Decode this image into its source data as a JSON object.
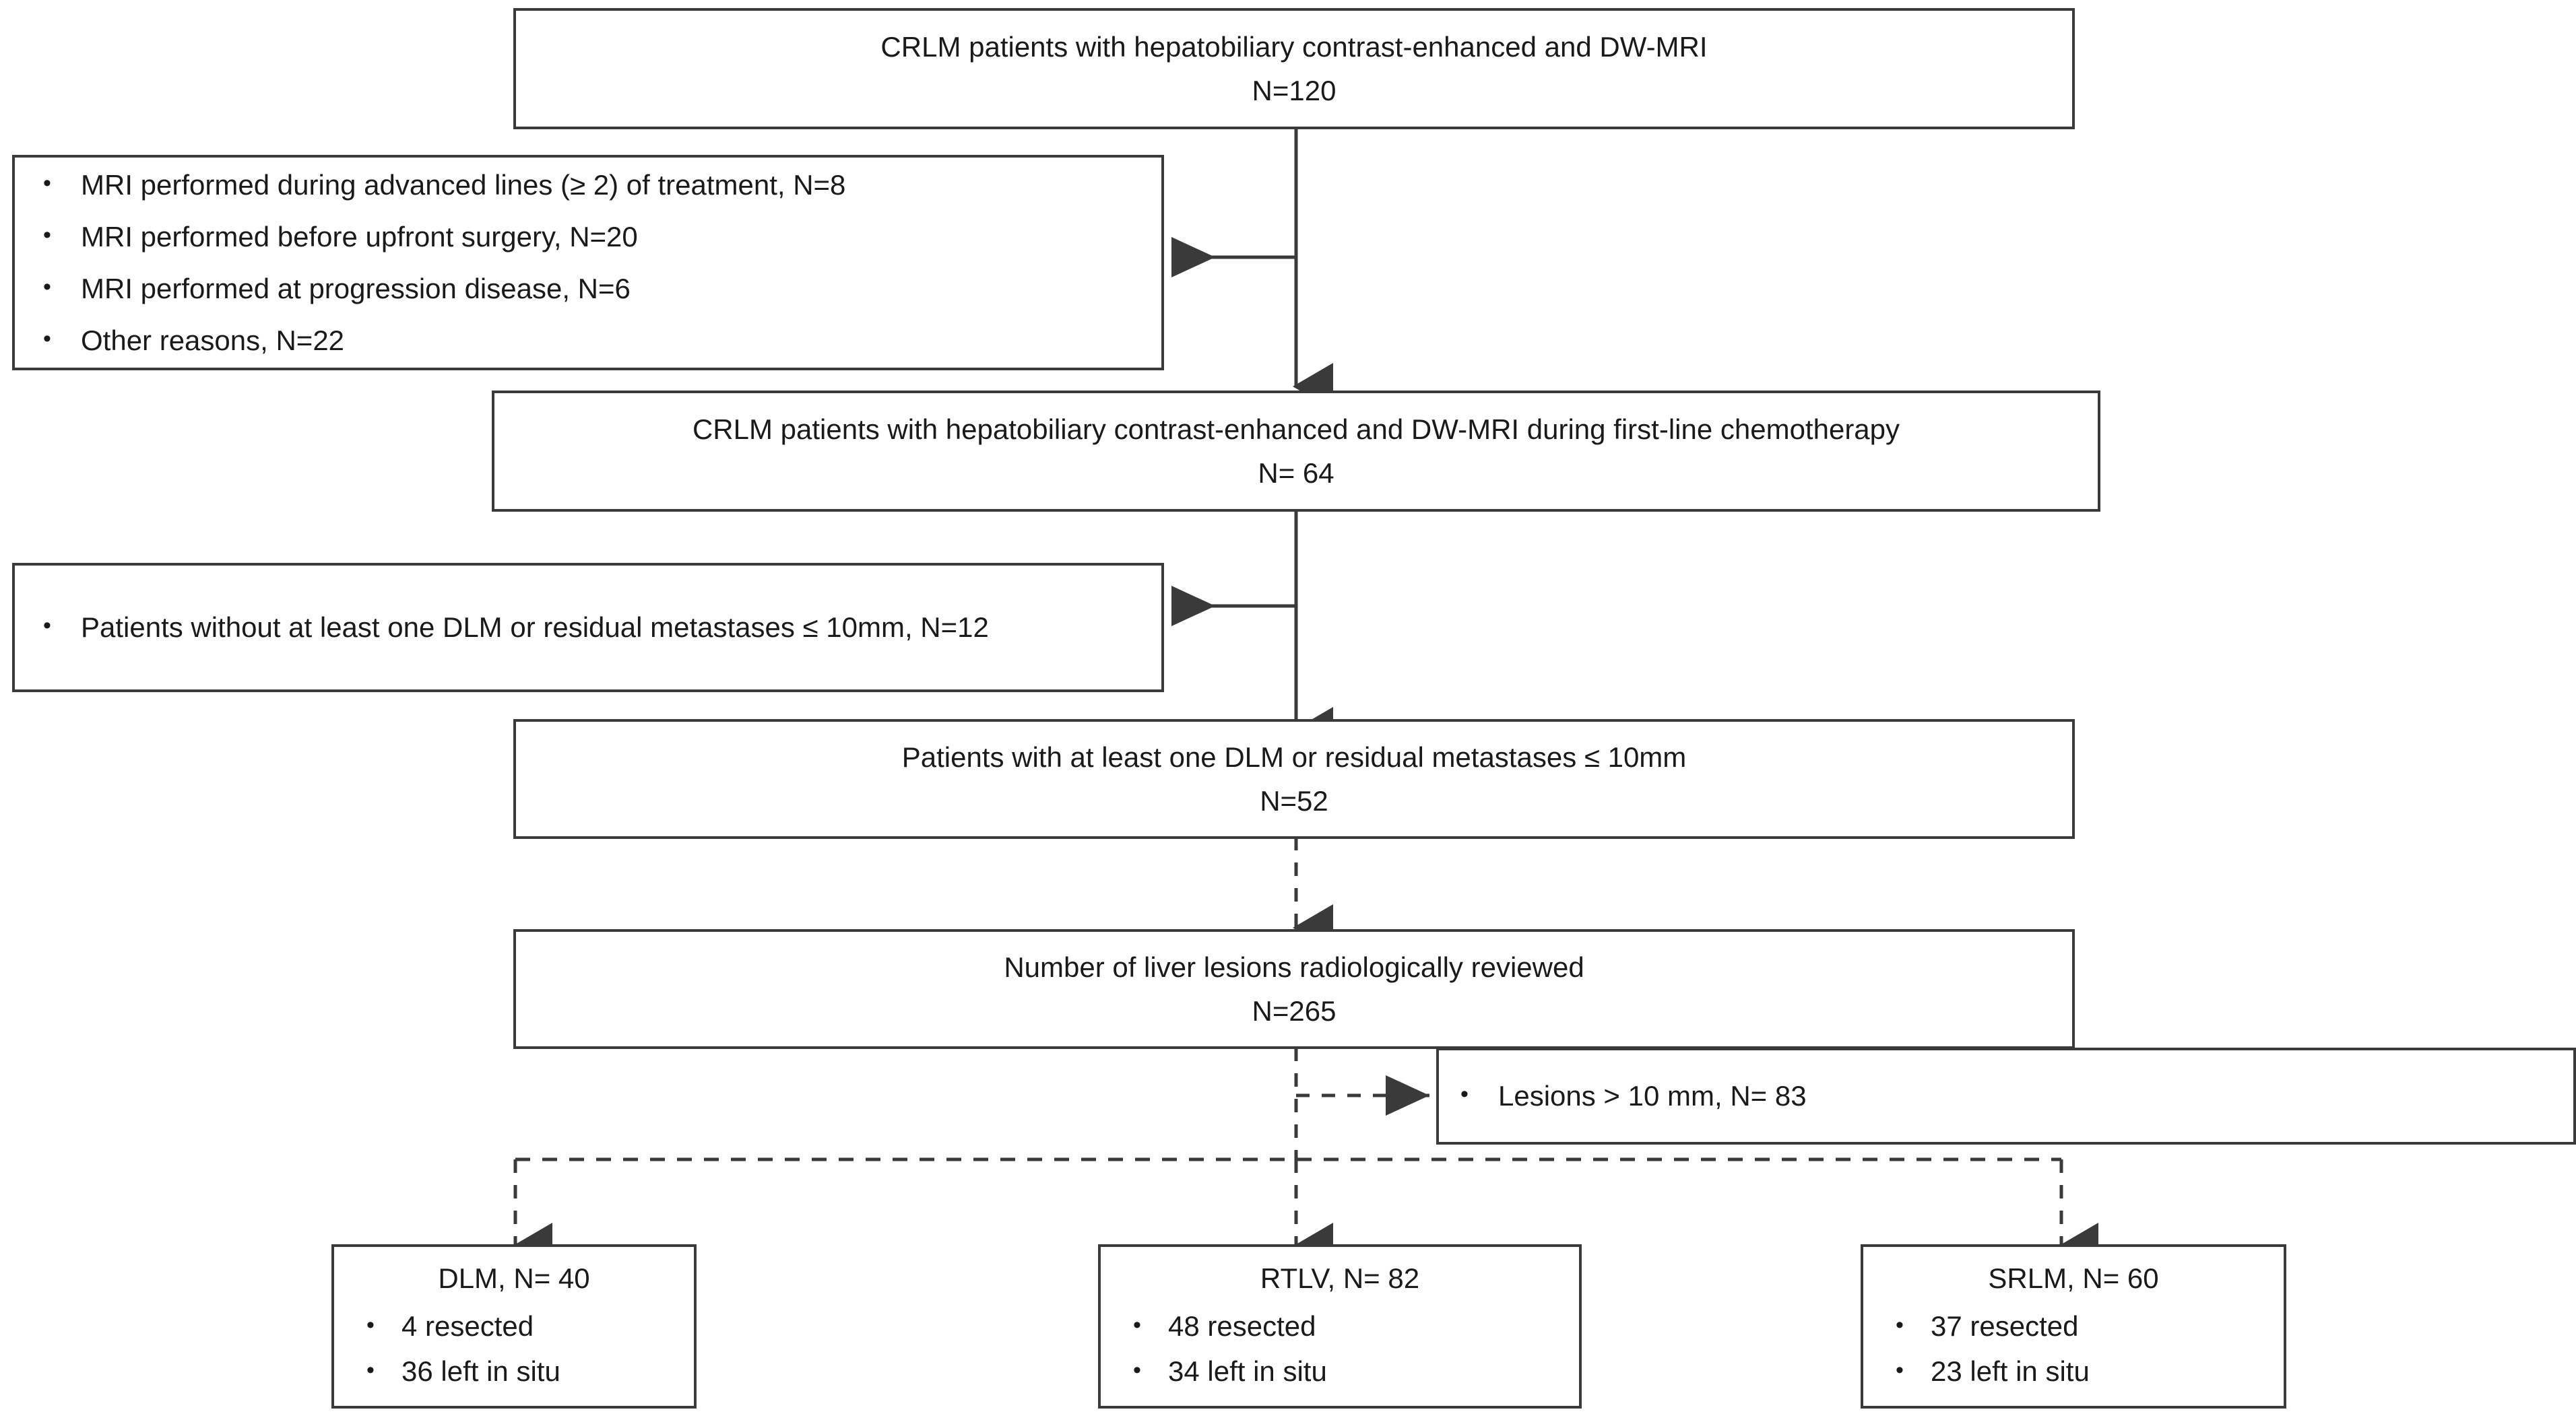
{
  "diagram": {
    "title": "CRLM patient and lesion selection flowchart",
    "line_color": "#3a3a3a",
    "text_color": "#1a1a1a",
    "background": "#ffffff"
  },
  "nodes": {
    "cohort_all": {
      "label": "CRLM patients with hepatobiliary contrast-enhanced and DW-MRI",
      "count": "N=120"
    },
    "exclusions_1": {
      "items": [
        "MRI performed during advanced lines (≥ 2) of treatment, N=8",
        "MRI performed before upfront surgery, N=20",
        "MRI performed at progression disease, N=6",
        "Other reasons, N=22"
      ]
    },
    "cohort_firstline": {
      "label": "CRLM patients with hepatobiliary contrast-enhanced and DW-MRI during first-line chemotherapy",
      "count": "N= 64"
    },
    "exclusions_2": {
      "items": [
        "Patients without at least one DLM or residual metastases ≤ 10mm, N=12"
      ]
    },
    "cohort_eligible": {
      "label": "Patients with at least one DLM or residual metastases ≤ 10mm",
      "count": "N=52"
    },
    "lesions_reviewed": {
      "label": "Number of liver lesions radiologically reviewed",
      "count": "N=265"
    },
    "lesions_large": {
      "items": [
        "Lesions > 10 mm, N= 83"
      ]
    },
    "outcome_dlm": {
      "title": "DLM, N= 40",
      "items": [
        "4 resected",
        "36 left in situ"
      ]
    },
    "outcome_rtlv": {
      "title": "RTLV, N= 82",
      "items": [
        "48 resected",
        "34 left in situ"
      ]
    },
    "outcome_srlm": {
      "title": "SRLM, N= 60",
      "items": [
        "37 resected",
        "23 left in situ"
      ]
    }
  }
}
